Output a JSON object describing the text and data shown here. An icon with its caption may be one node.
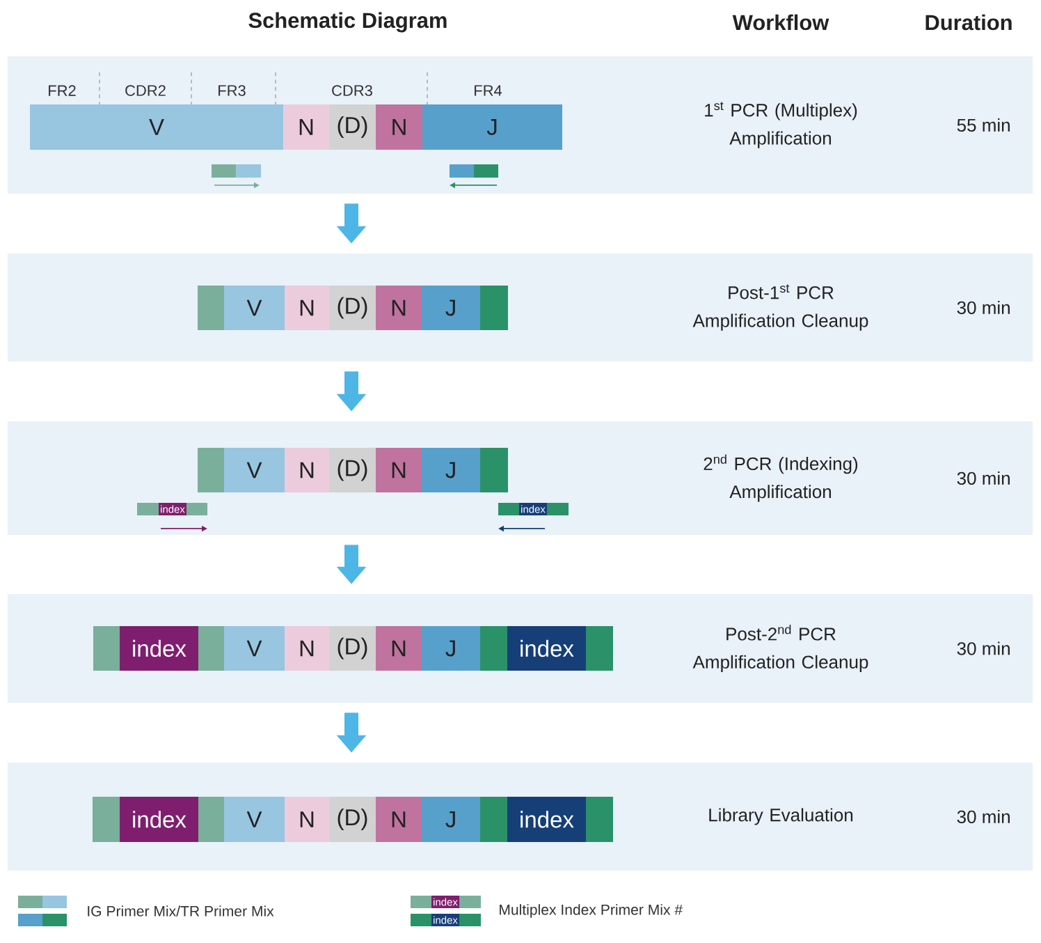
{
  "diagram": {
    "nodes": [
      {
        "text": [
          "1$^{st}$ PCR (Multiplex) Amplification",
          "55 min"
        ]
      },
      {
        "text": [
          "V"
        ],
        "in": 0
      },
      {
        "text": [
          "N"
        ],
        "in": 0
      },
      {
        "text": [
          "(D)"
        ],
        "in": 0
      },
      {
        "text": [
          "N"
        ],
        "in": 0
      },
      {
        "text": [
          "J"
        ],
        "in": 0
      },
      {
        "text": [],
        "shape": "bar",
        "in": 0
      },
      {
        "text": [],
        "shape": "bar",
        "in": 0
      },
      {
        "text": [
          "Post-1$^{st}$ PCR Amplification Cleanup",
          "30 min"
        ]
      },
      {
        "text": [],
        "shape": "bar",
        "in": 8
      },
      {
        "text": [
          "V"
        ],
        "in": 8
      },
      {
        "text": [
          "N"
        ],
        "in": 8
      },
      {
        "text": [
          "(D)"
        ],
        "in": 8
      },
      {
        "text": [
          "N"
        ],
        "in": 8
      },
      {
        "text": [
          "J"
        ],
        "in": 8
      },
      {
        "text": [],
        "shape": "bar",
        "in": 8
      },
      {
        "text": [
          "2$^{nd}$ PCR (Indexing) Amplification",
          "30 min"
        ]
      },
      {
        "text": [],
        "shape": "bar",
        "in": 16
      },
      {
        "text": [
          "V"
        ],
        "in": 16
      },
      {
        "text": [
          "N"
        ],
        "in": 16
      },
      {
        "text": [
          "(D)"
        ],
        "in": 16
      },
      {
        "text": [
          "N"
        ],
        "in": 16
      },
      {
        "text": [
          "J"
        ],
        "in": 16
      },
      {
        "text": [],
        "shape": "bar",
        "in": 16
      },
      {
        "text": [
          "index"
        ],
        "in": 16
      },
      {
        "text": [
          "index"
        ],
        "in": 16
      },
      {
        "text": [
          "Post-2$^{nd}$ PCR Amplification Cleanup",
          "30 min"
        ]
      },
      {
        "text": [],
        "shape": "bar",
        "in": 26
      },
      {
        "text": [
          "index"
        ],
        "in": 26
      },
      {
        "text": [],
        "shape": "bar",
        "in": 26
      },
      {
        "text": [
          "V"
        ],
        "in": 26
      },
      {
        "text": [
          "N"
        ],
        "in": 26
      },
      {
        "text": [
          "(D)"
        ],
        "in": 26
      },
      {
        "text": [
          "N"
        ],
        "in": 26
      },
      {
        "text": [
          "J"
        ],
        "in": 26
      },
      {
        "text": [],
        "shape": "bar",
        "in": 26
      },
      {
        "text": [
          "index"
        ],
        "in": 26
      },
      {
        "text": [],
        "shape": "bar",
        "in": 26
      },
      {
        "text": [
          "Library Evaluation",
          "30 min"
        ]
      },
      {
        "text": [],
        "shape": "bar",
        "in": 38
      },
      {
        "text": [
          "index"
        ],
        "in": 38
      },
      {
        "text": [],
        "shape": "bar",
        "in": 38
      },
      {
        "text": [
          "V"
        ],
        "in": 38
      },
      {
        "text": [
          "N"
        ],
        "in": 38
      },
      {
        "text": [
          "(D)"
        ],
        "in": 38
      },
      {
        "text": [
          "N"
        ],
        "in": 38
      },
      {
        "text": [
          "J"
        ],
        "in": 38
      },
      {
        "text": [],
        "shape": "bar",
        "in": 38
      },
      {
        "text": [
          "index"
        ],
        "in": 38
      },
      {
        "text": [],
        "shape": "bar",
        "in": 38
      }
    ],
    "edges": [
      {
        "from": 0,
        "to": 8,
        "arrow": "to"
      },
      {
        "from": 8,
        "to": 16,
        "arrow": "to"
      },
      {
        "from": 16,
        "to": 26,
        "arrow": "to"
      },
      {
        "from": 26,
        "to": 38,
        "arrow": "to"
      }
    ],
    "labels": [
      "Schematic Diagram",
      "Workflow",
      "Duration",
      "FR2",
      "CDR2",
      "FR3",
      "CDR3",
      "FR4",
      "index",
      "index"
    ],
    "legend": [
      {
        "text": "IG Primer Mix/TR Primer Mix"
      },
      {
        "text": "Multiplex Index Primer Mix #"
      }
    ]
  }
}
